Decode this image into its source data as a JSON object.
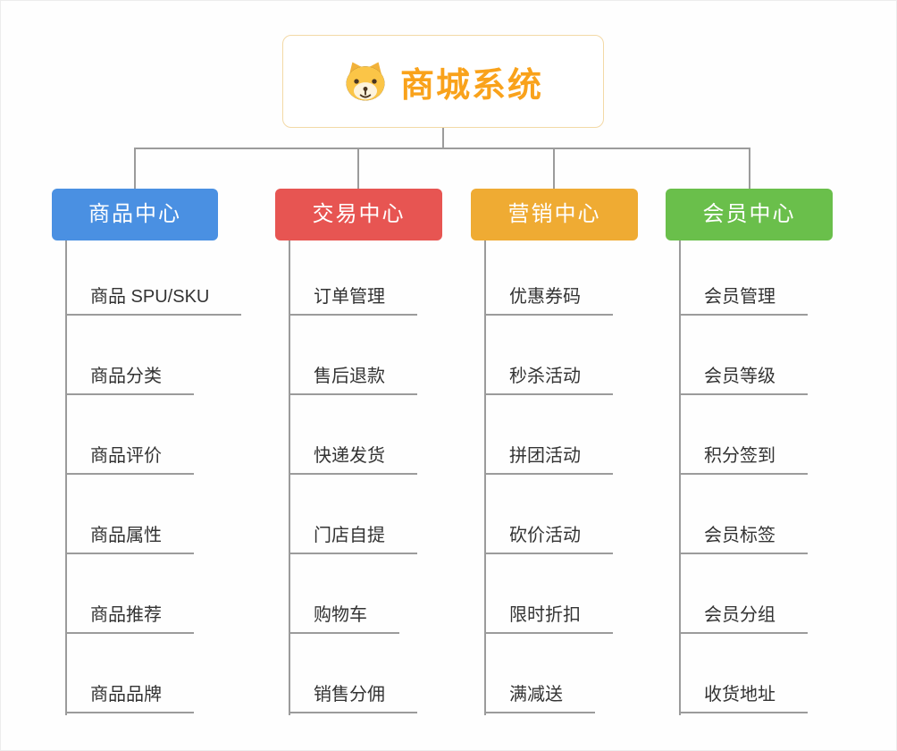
{
  "root": {
    "title": "商城系统",
    "icon": "dog-face-icon",
    "accent_color": "#f9a21b",
    "border_color": "#f3d9a6"
  },
  "connector_color": "#9b9b9b",
  "branches": [
    {
      "label": "商品中心",
      "color": "#4a90e2",
      "children": [
        "商品 SPU/SKU",
        "商品分类",
        "商品评价",
        "商品属性",
        "商品推荐",
        "商品品牌"
      ]
    },
    {
      "label": "交易中心",
      "color": "#e75552",
      "children": [
        "订单管理",
        "售后退款",
        "快递发货",
        "门店自提",
        "购物车",
        "销售分佣"
      ]
    },
    {
      "label": "营销中心",
      "color": "#efab33",
      "children": [
        "优惠券码",
        "秒杀活动",
        "拼团活动",
        "砍价活动",
        "限时折扣",
        "满减送"
      ]
    },
    {
      "label": "会员中心",
      "color": "#6abf4b",
      "children": [
        "会员管理",
        "会员等级",
        "积分签到",
        "会员标签",
        "会员分组",
        "收货地址"
      ]
    }
  ]
}
